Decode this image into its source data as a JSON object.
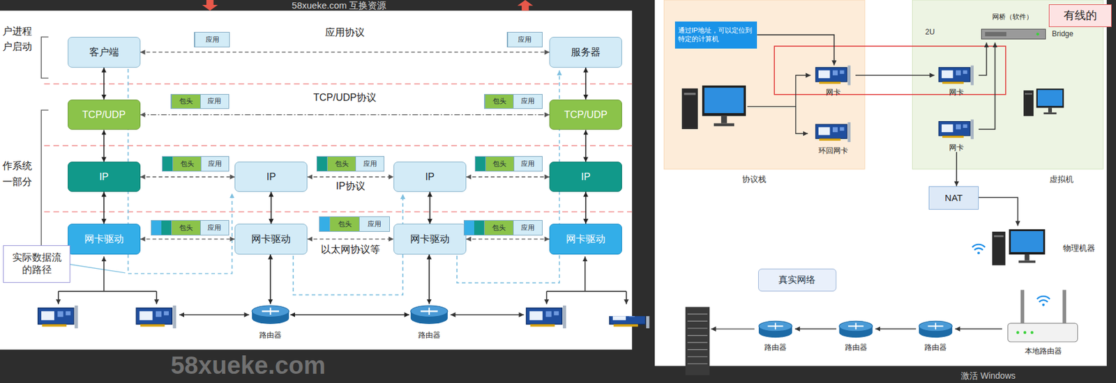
{
  "diagram": {
    "nodes": [
      {
        "text": [
          "客户端"
        ]
      },
      {
        "text": [
          "TCP/UDP"
        ]
      },
      {
        "text": [
          "IP"
        ]
      },
      {
        "text": [
          "网卡驱动"
        ]
      },
      {
        "text": [
          "IP"
        ]
      },
      {
        "text": [
          "网卡驱动"
        ]
      },
      {
        "text": [
          "IP"
        ]
      },
      {
        "text": [
          "网卡驱动"
        ]
      },
      {
        "text": [
          "服务器"
        ]
      },
      {
        "text": [
          "TCP/UDP"
        ]
      },
      {
        "text": [
          "IP"
        ]
      },
      {
        "text": [
          "网卡驱动"
        ]
      },
      {
        "text": [
          "应用"
        ]
      },
      {
        "text": [
          "应用"
        ]
      },
      {
        "text": [
          "包头",
          "应用"
        ]
      },
      {
        "text": [
          "包头",
          "应用"
        ]
      },
      {
        "text": [
          "包头",
          "应用"
        ]
      },
      {
        "text": [
          "包头",
          "应用"
        ]
      },
      {
        "text": [
          "包头",
          "应用"
        ]
      },
      {
        "text": [
          "包头",
          "应用"
        ]
      },
      {
        "text": [
          "包头",
          "应用"
        ]
      },
      {
        "text": [
          "包头",
          "应用"
        ]
      },
      {
        "text": [
          "实际数据流的路径"
        ]
      },
      {
        "text": [
          "路由器"
        ]
      },
      {
        "text": [
          "路由器"
        ]
      },
      {
        "text": [
          "协议栈"
        ]
      },
      {
        "text": [
          "虚拟机"
        ]
      },
      {
        "text": [
          "通过IP地址，可以定位到特定的计算机"
        ],
        "in": 25
      },
      {
        "text": [
          "网卡"
        ],
        "in": 25
      },
      {
        "text": [
          "环回网卡"
        ],
        "in": 25
      },
      {
        "text": [
          "网桥（软件）"
        ],
        "in": 26
      },
      {
        "text": [
          "网卡"
        ],
        "in": 26
      },
      {
        "text": [
          "网卡"
        ],
        "in": 26
      },
      {
        "text": [
          "有线的"
        ]
      },
      {
        "text": [
          "NAT"
        ]
      },
      {
        "text": [
          "物理机器"
        ]
      },
      {
        "text": [
          "真实网络"
        ]
      },
      {
        "text": [
          "路由器"
        ]
      },
      {
        "text": [
          "路由器"
        ]
      },
      {
        "text": [
          "路由器"
        ]
      },
      {
        "text": [
          "本地路由器"
        ]
      }
    ],
    "edges": [
      {
        "from": 0,
        "to": 8,
        "arrow": "both",
        "label": "应用协议"
      },
      {
        "from": 0,
        "to": 1,
        "arrow": "both"
      },
      {
        "from": 1,
        "to": 2,
        "arrow": "both"
      },
      {
        "from": 2,
        "to": 3,
        "arrow": "both"
      },
      {
        "from": 8,
        "to": 9,
        "arrow": "both"
      },
      {
        "from": 9,
        "to": 10,
        "arrow": "both"
      },
      {
        "from": 10,
        "to": 11,
        "arrow": "both"
      },
      {
        "from": 1,
        "to": 9,
        "arrow": "both",
        "label": "TCP/UDP协议"
      },
      {
        "from": 2,
        "to": 4,
        "arrow": "both"
      },
      {
        "from": 4,
        "to": 6,
        "arrow": "both",
        "label": "IP协议"
      },
      {
        "from": 6,
        "to": 10,
        "arrow": "both"
      },
      {
        "from": 3,
        "to": 5,
        "arrow": "both"
      },
      {
        "from": 5,
        "to": 7,
        "arrow": "both",
        "label": "以太网协议等"
      },
      {
        "from": 7,
        "to": 11,
        "arrow": "both"
      },
      {
        "from": 4,
        "to": 5,
        "arrow": "both"
      },
      {
        "from": 6,
        "to": 7,
        "arrow": "both"
      },
      {
        "from": 5,
        "to": 23,
        "arrow": "both"
      },
      {
        "from": 23,
        "to": 24,
        "arrow": "both"
      },
      {
        "from": 24,
        "to": 7,
        "arrow": "both"
      },
      {
        "from": 27,
        "to": 28,
        "arrow": "to"
      },
      {
        "from": 28,
        "to": 31,
        "arrow": "to"
      },
      {
        "from": 31,
        "to": 30,
        "arrow": "to"
      },
      {
        "from": 32,
        "to": 30,
        "arrow": "to"
      },
      {
        "from": 32,
        "to": 34,
        "arrow": "to"
      },
      {
        "from": 34,
        "to": 35,
        "arrow": "to"
      },
      {
        "from": 40,
        "to": 39,
        "arrow": "to"
      },
      {
        "from": 39,
        "to": 38,
        "arrow": "to"
      },
      {
        "from": 38,
        "to": 37,
        "arrow": "to"
      }
    ],
    "labels": [
      "58xueke.com 互换资源",
      "户进程",
      "户启动",
      "作系统",
      "一部分",
      "2U",
      "Bridge",
      "58xueke.com",
      "激活 Windows"
    ]
  }
}
